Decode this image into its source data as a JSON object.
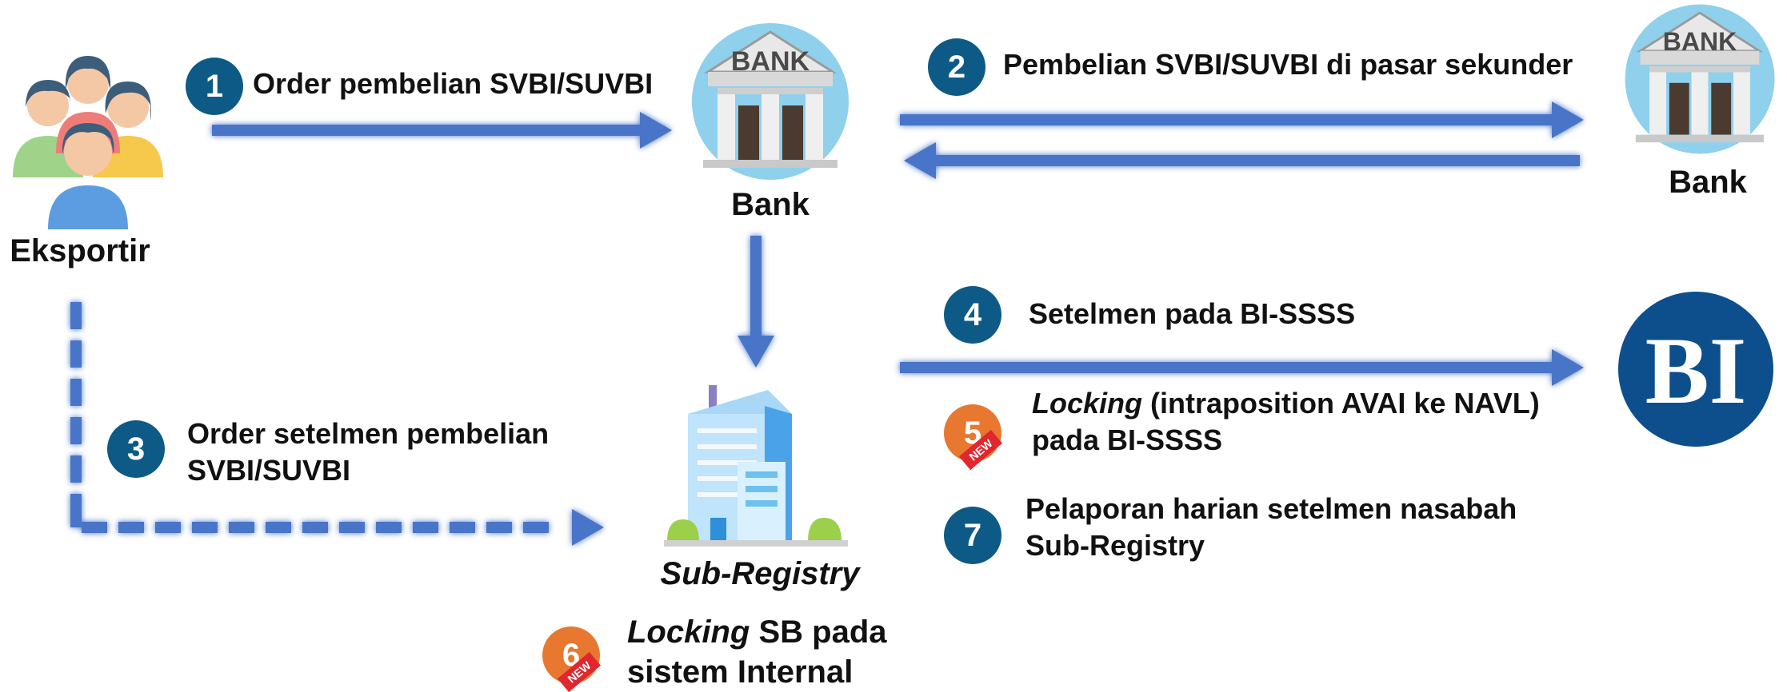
{
  "entities": {
    "exporter": "Eksportir",
    "bank_left": "Bank",
    "bank_right": "Bank",
    "sub_registry": "Sub-Registry",
    "bank_sign_text": "BANK",
    "bi_logo_text": "BI"
  },
  "steps": {
    "s1": {
      "num": "1",
      "text": "Order pembelian SVBI/SUVBI"
    },
    "s2": {
      "num": "2",
      "text": "Pembelian SVBI/SUVBI di pasar sekunder"
    },
    "s3": {
      "num": "3",
      "line1": "Order setelmen pembelian",
      "line2": "SVBI/SUVBI"
    },
    "s4": {
      "num": "4",
      "text": "Setelmen pada BI-SSSS"
    },
    "s5": {
      "num": "5",
      "italic": "Locking",
      "line1_rest": " (intraposition AVAI ke NAVL)",
      "line2": "pada BI-SSSS",
      "badge": "NEW"
    },
    "s6": {
      "num": "6",
      "italic": "Locking",
      "line1_rest": " SB pada",
      "line2": "sistem Internal",
      "badge": "NEW"
    },
    "s7": {
      "num": "7",
      "line1": "Pelaporan harian setelmen nasabah",
      "line2": "Sub-Registry"
    }
  },
  "colors": {
    "step_circle": "#0d5a86",
    "new_circle": "#e8782f",
    "arrow": "#4a74c9",
    "badge": "#e2262e"
  }
}
